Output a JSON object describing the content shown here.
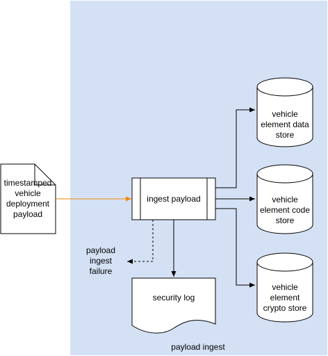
{
  "diagram": {
    "boundary_label": "payload ingest",
    "input_document": "timestamped vehicle deployment payload",
    "process": "ingest payload",
    "failure_label": "payload ingest failure",
    "log_document": "security log",
    "stores": [
      {
        "label": "vehicle element data store"
      },
      {
        "label": "vehicle element code store"
      },
      {
        "label": "vehicle element crypto store"
      }
    ],
    "colors": {
      "boundary_fill": "#d4e1f5",
      "input_arrow": "#f08705",
      "stroke": "#000000",
      "shape_fill": "#ffffff"
    }
  }
}
